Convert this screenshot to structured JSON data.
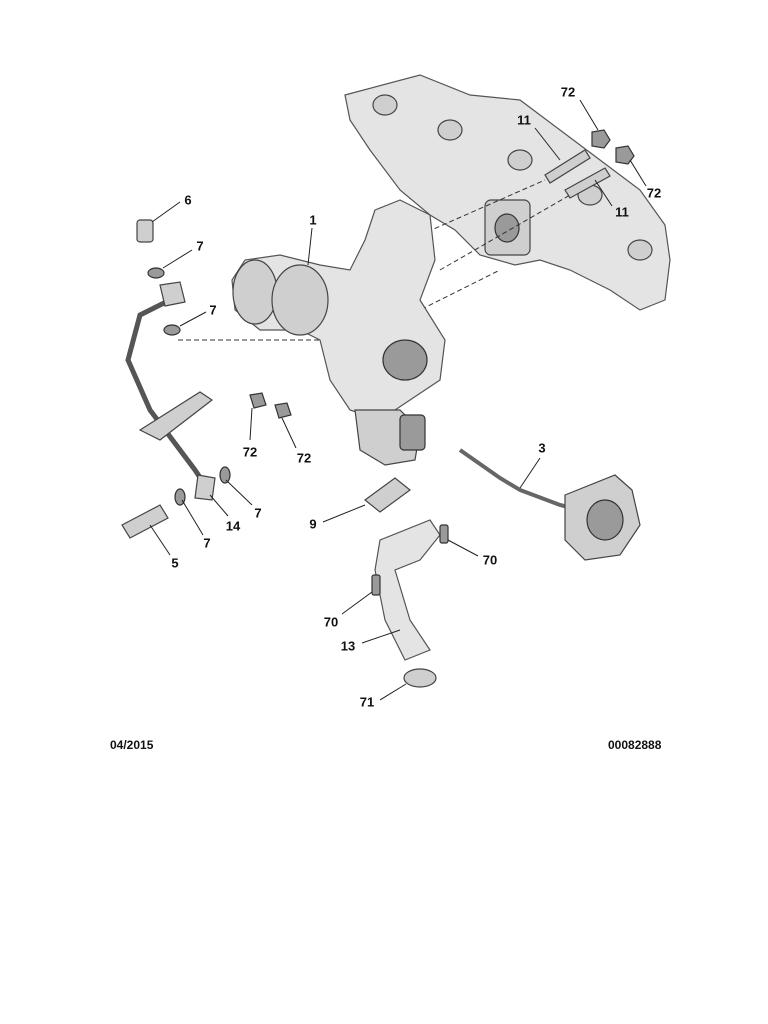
{
  "diagram": {
    "callouts": [
      {
        "id": "c72a",
        "label": "72"
      },
      {
        "id": "c11a",
        "label": "11"
      },
      {
        "id": "c72b",
        "label": "72"
      },
      {
        "id": "c11b",
        "label": "11"
      },
      {
        "id": "c6",
        "label": "6"
      },
      {
        "id": "c7a",
        "label": "7"
      },
      {
        "id": "c7b",
        "label": "7"
      },
      {
        "id": "c1",
        "label": "1"
      },
      {
        "id": "c72c",
        "label": "72"
      },
      {
        "id": "c72d",
        "label": "72"
      },
      {
        "id": "c3",
        "label": "3"
      },
      {
        "id": "c7c",
        "label": "7"
      },
      {
        "id": "c14",
        "label": "14"
      },
      {
        "id": "c7d",
        "label": "7"
      },
      {
        "id": "c9",
        "label": "9"
      },
      {
        "id": "c5",
        "label": "5"
      },
      {
        "id": "c70a",
        "label": "70"
      },
      {
        "id": "c70b",
        "label": "70"
      },
      {
        "id": "c13",
        "label": "13"
      },
      {
        "id": "c71",
        "label": "71"
      }
    ]
  },
  "footer": {
    "date": "04/2015",
    "reference": "00082888"
  }
}
